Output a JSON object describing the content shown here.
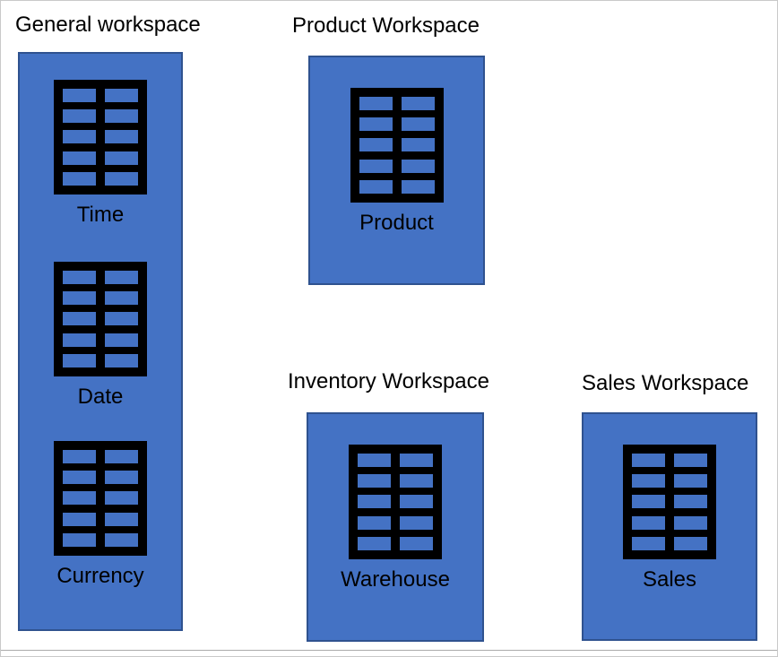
{
  "colors": {
    "workspace_fill": "#4472c4",
    "workspace_border": "#2f528f",
    "icon_black": "#000000",
    "canvas_border": "#c9c9c9",
    "text": "#000000"
  },
  "icons": {
    "table": "table-grid-icon"
  },
  "workspaces": [
    {
      "title": "General workspace",
      "tables": [
        {
          "label": "Time"
        },
        {
          "label": "Date"
        },
        {
          "label": "Currency"
        }
      ]
    },
    {
      "title": "Product Workspace",
      "tables": [
        {
          "label": "Product"
        }
      ]
    },
    {
      "title": "Inventory Workspace",
      "tables": [
        {
          "label": "Warehouse"
        }
      ]
    },
    {
      "title": "Sales Workspace",
      "tables": [
        {
          "label": "Sales"
        }
      ]
    }
  ]
}
